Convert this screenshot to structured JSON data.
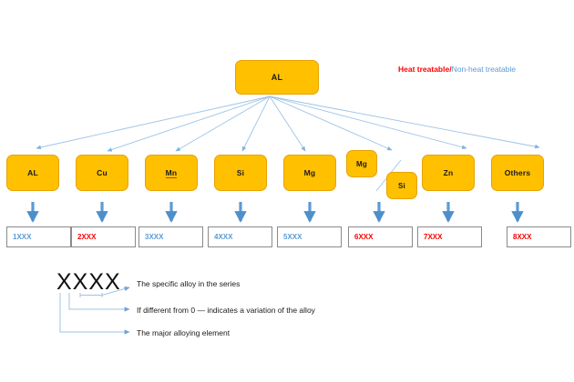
{
  "diagram": {
    "title_node": {
      "label": "AL",
      "name": "root-node-al"
    },
    "legend": {
      "heat_treatable": "Heat treatable",
      "separator": "/",
      "non_heat_treatable": "Non-heat treatable",
      "heat_color": "#FF0000",
      "non_heat_color": "#5B9BD5"
    },
    "colors": {
      "node_fill": "#FFC000",
      "node_border": "#E8A200",
      "arrow": "#9DC3E6",
      "thick_arrow": "#5B9BD5",
      "series_border": "#8A8A8A",
      "heat": "#FF0000",
      "non_heat": "#5B9BD5"
    },
    "elements": [
      {
        "label": "AL",
        "series": "1XXX",
        "treat": "non-heat"
      },
      {
        "label": "Cu",
        "series": "2XXX",
        "treat": "heat"
      },
      {
        "label": "Mn",
        "series": "3XXX",
        "treat": "non-heat"
      },
      {
        "label": "Si",
        "series": "4XXX",
        "treat": "non-heat"
      },
      {
        "label": "Mg",
        "series": "5XXX",
        "treat": "non-heat"
      },
      {
        "label": "Mg",
        "label2": "Si",
        "series": "6XXX",
        "treat": "heat"
      },
      {
        "label": "Zn",
        "series": "7XXX",
        "treat": "heat"
      },
      {
        "label": "Others",
        "series": "8XXX",
        "treat": "heat"
      }
    ],
    "key_block": {
      "code": "XXXX",
      "annotations": [
        "The specific alloy in the series",
        "If different from 0 — indicates a variation of the alloy",
        "The major alloying element"
      ]
    }
  }
}
